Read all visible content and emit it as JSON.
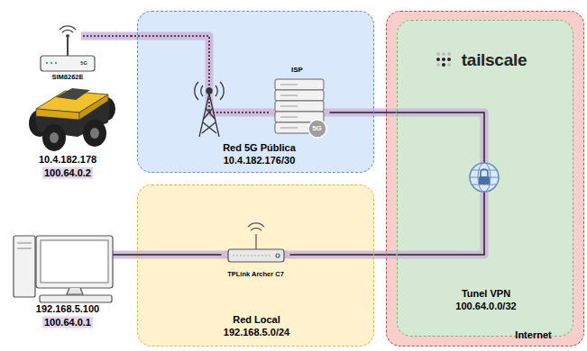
{
  "diagram": {
    "nodes": [
      {
        "text": [
          "Red 5G Pública",
          "10.4.182.176/30"
        ]
      },
      {
        "text": [
          "ISP",
          "5G"
        ],
        "in": 0
      },
      {
        "text": [
          "Internet"
        ]
      },
      {
        "text": [
          "Tunel VPN",
          "100.64.0.0/32"
        ],
        "in": 2
      },
      {
        "text": [
          "Red Local",
          "192.168.5.0/24"
        ]
      },
      {
        "text": [
          "TPLink Archer C7"
        ],
        "in": 4
      },
      {
        "text": [
          "5G",
          "SIM8262E",
          "10.4.182.178",
          "100.64.0.2"
        ]
      },
      {
        "text": [
          "192.168.5.100",
          "100.64.0.1"
        ]
      }
    ],
    "edges": [
      {
        "from": 6,
        "to": 1,
        "arrow": "none"
      },
      {
        "from": 1,
        "to": 3,
        "arrow": "none"
      },
      {
        "from": 3,
        "to": 5,
        "arrow": "none"
      },
      {
        "from": 5,
        "to": 7,
        "arrow": "none"
      }
    ],
    "labels": [
      "tailscale"
    ]
  }
}
